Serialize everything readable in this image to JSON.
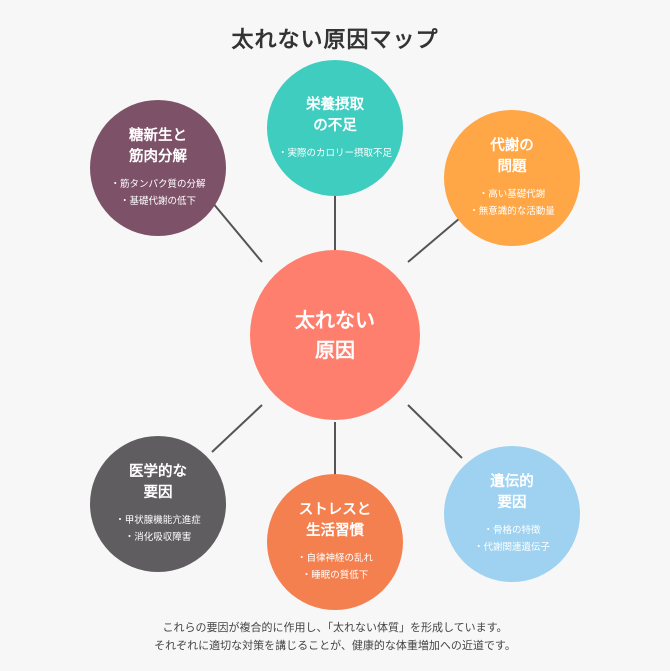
{
  "title": "太れない原因マップ",
  "center": {
    "line1": "太れない",
    "line2": "原因",
    "color": "#ff7f6e"
  },
  "nodes": {
    "top": {
      "line1": "栄養摂取",
      "line2": "の不足",
      "details": [
        "・実際のカロリー摂取不足"
      ],
      "color": "#3fcdc0"
    },
    "top_left": {
      "line1": "糖新生と",
      "line2": "筋肉分解",
      "details": [
        "・筋タンパク質の分解",
        "・基礎代謝の低下"
      ],
      "color": "#7d5269"
    },
    "top_right": {
      "line1": "代謝の",
      "line2": "問題",
      "details": [
        "・高い基礎代謝",
        "・無意識的な活動量"
      ],
      "color": "#ffa646"
    },
    "bottom_left": {
      "line1": "医学的な",
      "line2": "要因",
      "details": [
        "・甲状腺機能亢進症",
        "・消化吸収障害"
      ],
      "color": "#5f5d5f"
    },
    "bottom": {
      "line1": "ストレスと",
      "line2": "生活習慣",
      "details": [
        "・自律神経の乱れ",
        "・睡眠の質低下"
      ],
      "color": "#f4804f"
    },
    "bottom_right": {
      "line1": "遺伝的",
      "line2": "要因",
      "details": [
        "・骨格の特徴",
        "・代謝関連遺伝子"
      ],
      "color": "#9ed2f0"
    }
  },
  "footer": {
    "line1": "これらの要因が複合的に作用し、「太れない体質」を形成しています。",
    "line2": "それぞれに適切な対策を講じることが、健康的な体重増加への近道です。"
  },
  "connector_color": "#555555"
}
